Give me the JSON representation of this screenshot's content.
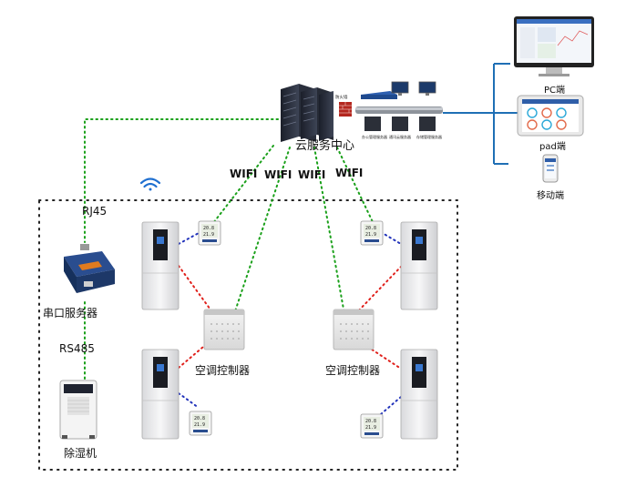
{
  "cloud": {
    "label": "云服务中心",
    "firewall_label": "防火墙",
    "server_labels": [
      "办公管理服务器",
      "通讯云服务器",
      "存储管理服务器"
    ]
  },
  "clients": {
    "pc": "PC端",
    "pad": "pad端",
    "mobile": "移动端"
  },
  "links": {
    "wifi": [
      "WIFI",
      "WIFI",
      "WIFI",
      "WIFI"
    ],
    "rj45": "RJ45",
    "rs485": "RS485"
  },
  "devices": {
    "serial_server": "串口服务器",
    "dehumidifier": "除湿机",
    "ac_controller_left": "空调控制器",
    "ac_controller_right": "空调控制器"
  },
  "sensor": {
    "line1": "20.8",
    "line2": "21.9"
  },
  "colors": {
    "wifi_link": "#1aa01a",
    "red_link": "#e0201b",
    "blue_link": "#2233bb",
    "bus_line": "#1f6fb5",
    "border": "#222222"
  }
}
